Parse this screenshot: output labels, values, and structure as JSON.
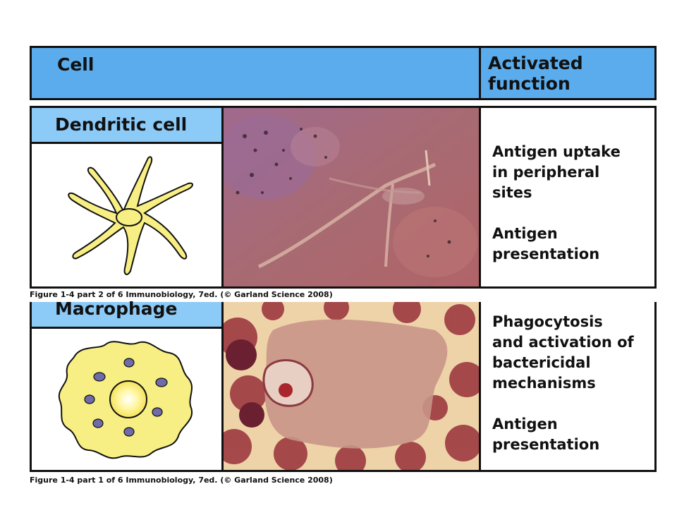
{
  "header": {
    "cell_label": "Cell",
    "function_label": "Activated\nfunction"
  },
  "rows": [
    {
      "cell_name": "Dendritic cell",
      "functions": "Antigen uptake\nin peripheral\nsites\n\nAntigen\npresentation",
      "caption": "Figure 1-4 part 2 of 6  Immunobiology, 7ed. (© Garland Science 2008)"
    },
    {
      "cell_name": "Macrophage",
      "functions": "Phagocytosis\nand activation of\nbactericidal\nmechanisms\n\nAntigen\npresentation",
      "caption": "Figure 1-4 part 1 of 6  Immunobiology, 7ed. (© Garland Science 2008)"
    }
  ],
  "colors": {
    "header_blue": "#5aacec",
    "subheader_blue": "#8ccaf7",
    "cell_yellow": "#f7ef83",
    "nucleus_purple": "#6f6aa8"
  }
}
